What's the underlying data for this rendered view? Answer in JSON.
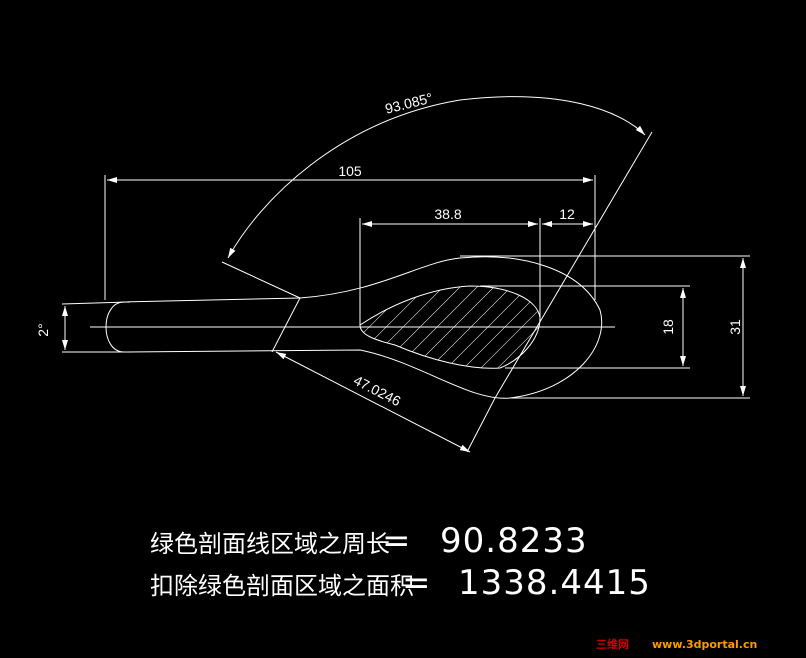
{
  "dimensions": {
    "angle_arc": "93.085°",
    "overall_length": "105",
    "section_length": "38.8",
    "offset": "12",
    "left_angle": "2°",
    "aligned_length": "47.0246",
    "section_height": "18",
    "overall_height": "31"
  },
  "results": {
    "perimeter_label": "绿色剖面线区域之周长",
    "perimeter_eq": "=",
    "perimeter_value": "90.8233",
    "area_label": "扣除绿色剖面区域之面积",
    "area_eq": "=",
    "area_value": "1338.4415"
  },
  "watermark": {
    "cn": "三维网",
    "url": "www.3dportal.cn"
  },
  "colors": {
    "background": "#000000",
    "lines": "#ffffff",
    "watermark_cn": "#cc0000",
    "watermark_url": "#ff9900"
  }
}
